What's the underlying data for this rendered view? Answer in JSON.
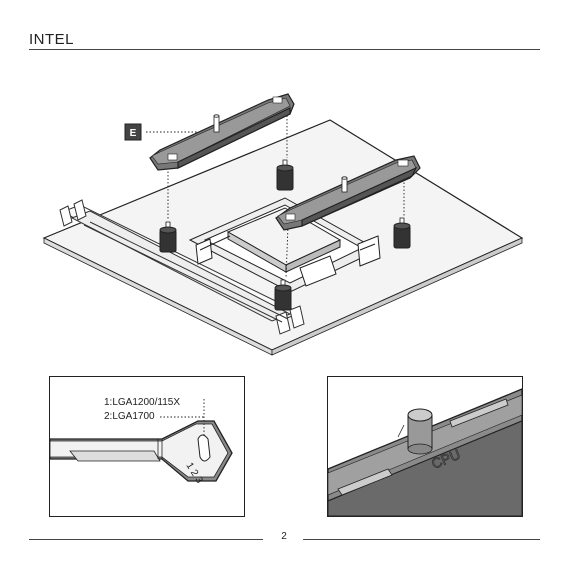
{
  "header": {
    "title": "INTEL"
  },
  "step_badge": {
    "label": "E"
  },
  "inset_left": {
    "option_1": "1:LGA1200/115X",
    "option_2": "2:LGA1700",
    "slot_numbers": "1 2 3"
  },
  "inset_right": {
    "bracket_marking": "CPU"
  },
  "footer": {
    "page_number": "2"
  }
}
